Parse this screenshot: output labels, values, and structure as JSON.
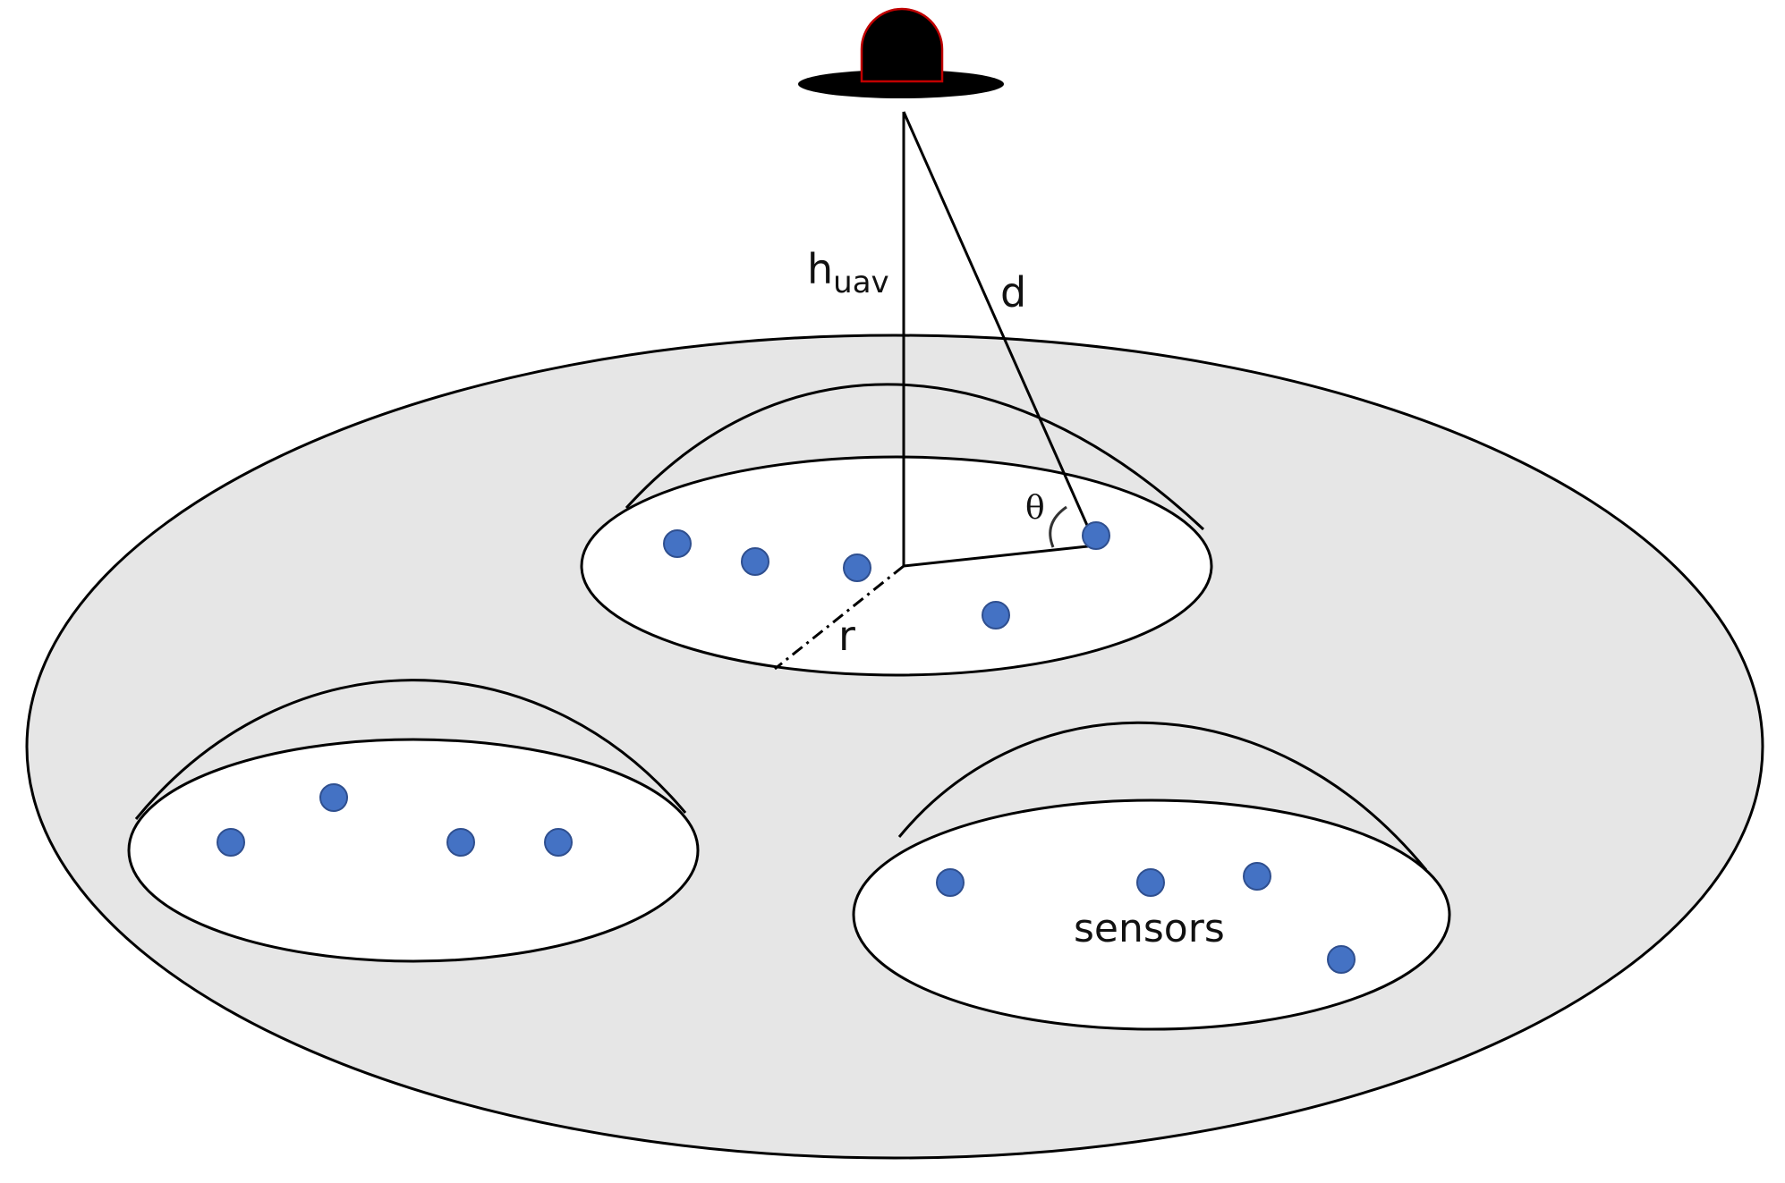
{
  "labels": {
    "height_main": "h",
    "height_sub": "uav",
    "distance": "d",
    "angle": "θ",
    "radius": "r",
    "sensors": "sensors"
  },
  "colors": {
    "ground": "#e6e6e6",
    "outline": "#000000",
    "coverage": "#ffffff",
    "sensor": "#4472c4",
    "sensor_stroke": "#2f4f8f",
    "uav_body": "#000000",
    "uav_dome_outline": "#c00000"
  },
  "elements": {
    "uav": "uav-icon",
    "sensor_node": "sensor-dot"
  }
}
